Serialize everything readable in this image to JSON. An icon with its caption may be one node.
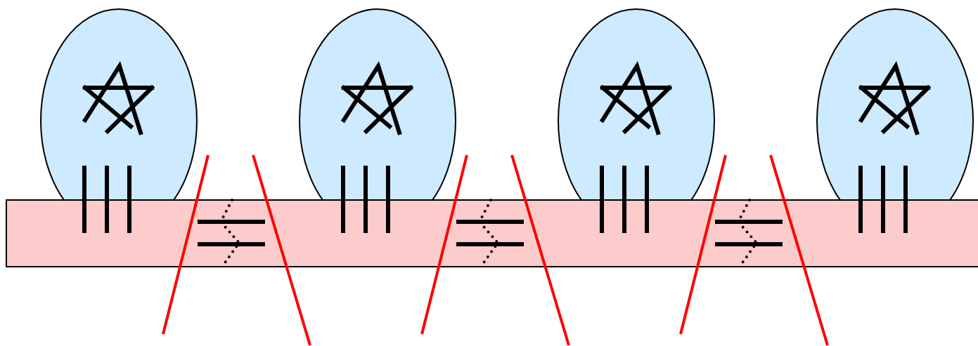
{
  "diagram": {
    "nodes": [
      {
        "text": [],
        "shape": "ellipse"
      },
      {
        "text": [],
        "shape": "ellipse"
      },
      {
        "text": [],
        "shape": "ellipse"
      },
      {
        "text": [],
        "shape": "ellipse"
      },
      {
        "text": [],
        "shape": "bar"
      }
    ]
  }
}
